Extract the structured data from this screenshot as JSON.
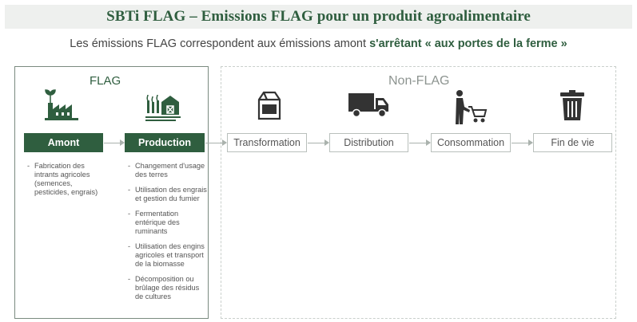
{
  "title": "SBTi FLAG – Emissions FLAG pour un produit agroalimentaire",
  "subtitle": {
    "before": "Les émissions FLAG correspondent aux émissions amont ",
    "emphasis": "s'arrêtant « aux portes de la ferme »"
  },
  "sections": {
    "flag": "FLAG",
    "nonflag": "Non-FLAG"
  },
  "steps": {
    "amont": "Amont",
    "production": "Production",
    "transformation": "Transformation",
    "distribution": "Distribution",
    "consommation": "Consommation",
    "fin_de_vie": "Fin de vie"
  },
  "amont_items": [
    "Fabrication des intrants agricoles (semences, pesticides, engrais)"
  ],
  "production_items": [
    "Changement d'usage des terres",
    "Utilisation des engrais et gestion du fumier",
    "Fermentation entérique des ruminants",
    "Utilisation des engins agricoles et transport de la biomasse",
    "Décomposition ou brûlage des résidus de cultures"
  ],
  "colors": {
    "accent_green": "#2f5e3f",
    "nonflag_gray": "#8d9490"
  },
  "icons": [
    "factory-leaf-icon",
    "farm-barn-icon",
    "milk-carton-icon",
    "delivery-truck-icon",
    "shopping-cart-person-icon",
    "trash-bin-icon"
  ]
}
